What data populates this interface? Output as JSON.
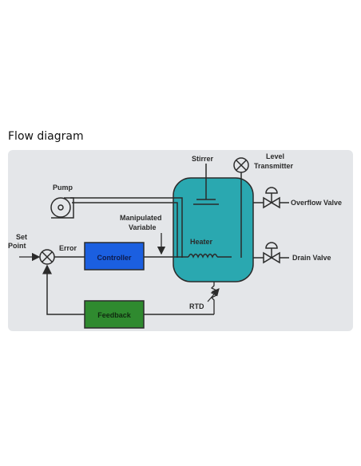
{
  "page": {
    "title": "Flow diagram"
  },
  "diagram": {
    "labels": {
      "pump": "Pump",
      "stirrer": "Stirrer",
      "level_transmitter_line1": "Level",
      "level_transmitter_line2": "Transmitter",
      "overflow_valve": "Overflow Valve",
      "drain_valve": "Drain Valve",
      "manipulated_line1": "Manipulated",
      "manipulated_line2": "Variable",
      "heater": "Heater",
      "set_point_line1": "Set",
      "set_point_line2": "Point",
      "error": "Error",
      "controller": "Controller",
      "feedback": "Feedback",
      "rtd": "RTD"
    },
    "colors": {
      "tank": "#2aa8b0",
      "controller": "#1b5fe0",
      "feedback": "#2f8a2f",
      "panel": "#e4e6e9",
      "line": "#2b2b2b"
    }
  }
}
